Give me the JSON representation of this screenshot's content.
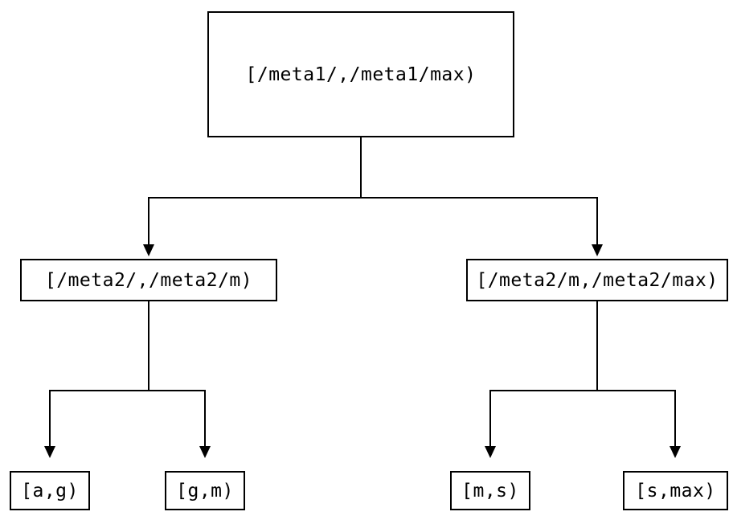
{
  "tree": {
    "root": {
      "label": "[/meta1/,/meta1/max)"
    },
    "children": [
      {
        "label": "[/meta2/,/meta2/m)",
        "children": [
          {
            "label": "[a,g)"
          },
          {
            "label": "[g,m)"
          }
        ]
      },
      {
        "label": "[/meta2/m,/meta2/max)",
        "children": [
          {
            "label": "[m,s)"
          },
          {
            "label": "[s,max)"
          }
        ]
      }
    ]
  },
  "colors": {
    "line": "#000000",
    "box_border": "#000000",
    "background": "#ffffff"
  }
}
